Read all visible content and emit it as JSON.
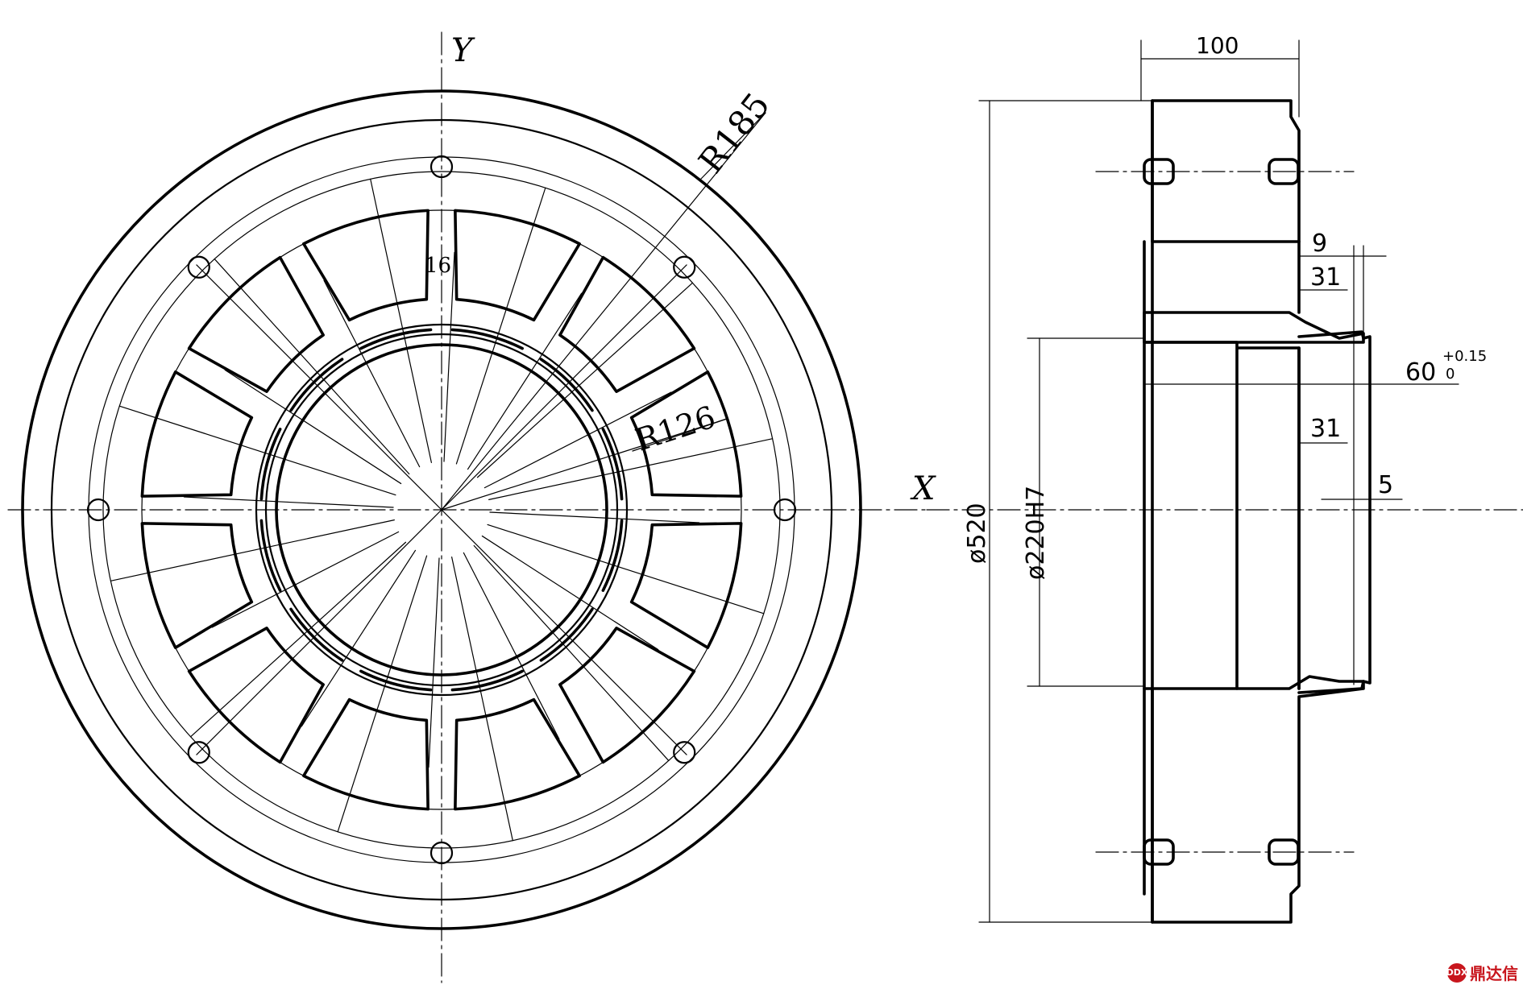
{
  "front_view": {
    "axis_y_label": "Y",
    "axis_x_label": "X",
    "radius_outer_label": "R185",
    "radius_inner_label": "R126",
    "rib_width_label": "16"
  },
  "section_view": {
    "width_label": "100",
    "outer_dia_label": "ø520",
    "bore_dia_label": "ø220H7",
    "dim_9": "9",
    "dim_31_top": "31",
    "dim_60": "60",
    "tol_upper": "+0.15",
    "tol_lower": "0",
    "dim_31_mid": "31",
    "dim_5": "5"
  },
  "watermark": {
    "logo_text": "鼎达信",
    "mark_text": "DDX",
    "color": "#c8161d"
  }
}
